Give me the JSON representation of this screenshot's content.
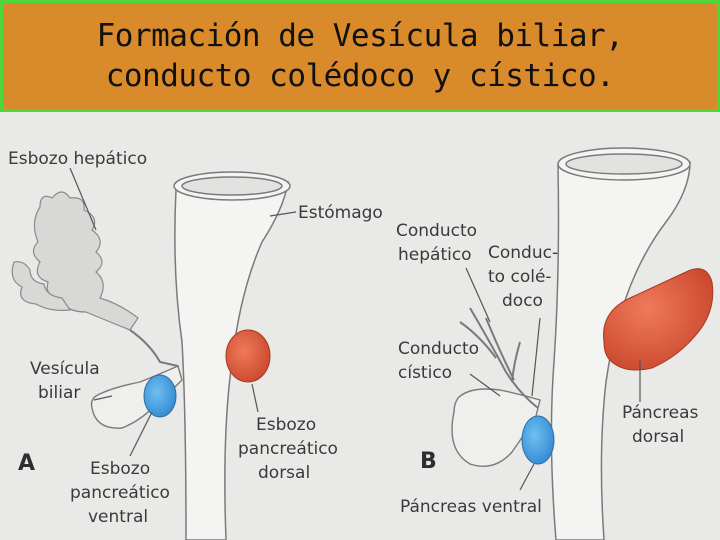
{
  "title": {
    "line1": "Formación de Vesícula biliar,",
    "line2": "conducto colédoco y cístico."
  },
  "panel_a": {
    "letter": "A",
    "labels": {
      "esbozo_hepatico": "Esbozo hepático",
      "estomago": "Estómago",
      "vesicula_1": "Vesícula",
      "vesicula_2": "biliar",
      "esbozo_dorsal_1": "Esbozo",
      "esbozo_dorsal_2": "pancreático",
      "esbozo_dorsal_3": "dorsal",
      "esbozo_ventral_1": "Esbozo",
      "esbozo_ventral_2": "pancreático",
      "esbozo_ventral_3": "ventral"
    }
  },
  "panel_b": {
    "letter": "B",
    "labels": {
      "conducto_hepatico_1": "Conducto",
      "conducto_hepatico_2": "hepático",
      "coledoco_1": "Conduc-",
      "coledoco_2": "to colé-",
      "coledoco_3": "doco",
      "conducto_cistico_1": "Conducto",
      "conducto_cistico_2": "cístico",
      "pancreas_dorsal_1": "Páncreas",
      "pancreas_dorsal_2": "dorsal",
      "pancreas_ventral": "Páncreas ventral"
    }
  },
  "colors": {
    "title_bg": "#d98a2b",
    "title_border": "#4fd63a",
    "pancreas_dorsal": "#e05a3c",
    "pancreas_ventral": "#3f9fe0",
    "organ": "#f4f4f2"
  }
}
